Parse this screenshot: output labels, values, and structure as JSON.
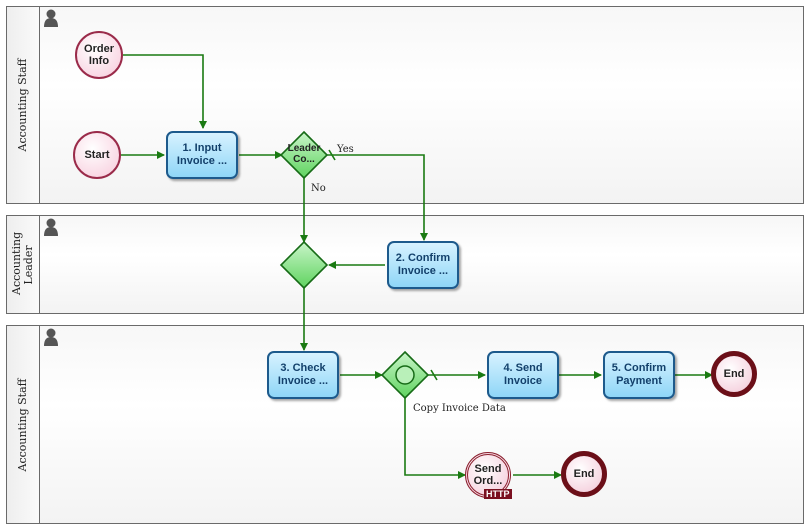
{
  "lanes": [
    {
      "label": "Accounting Staff"
    },
    {
      "label": "Accounting Leader"
    },
    {
      "label": "Accounting Staff"
    }
  ],
  "events": {
    "order_info": "Order Info",
    "start": "Start",
    "end1": "End",
    "send_order": "Send Ord...",
    "end2": "End"
  },
  "tasks": {
    "t1": "1. Input Invoice ...",
    "t2": "2. Confirm Invoice ...",
    "t3": "3. Check Invoice ...",
    "t4": "4. Send Invoice",
    "t5": "5. Confirm Payment"
  },
  "gateways": {
    "g1": "Leader Co..."
  },
  "flow_labels": {
    "yes": "Yes",
    "no": "No",
    "copy": "Copy Invoice Data"
  },
  "badge": {
    "http": "HTTP"
  },
  "colors": {
    "flow": "#1a7a12",
    "task_fill": "#8fd6f7",
    "gateway_fill": "#7de07d",
    "end_border": "#6b0f18"
  }
}
